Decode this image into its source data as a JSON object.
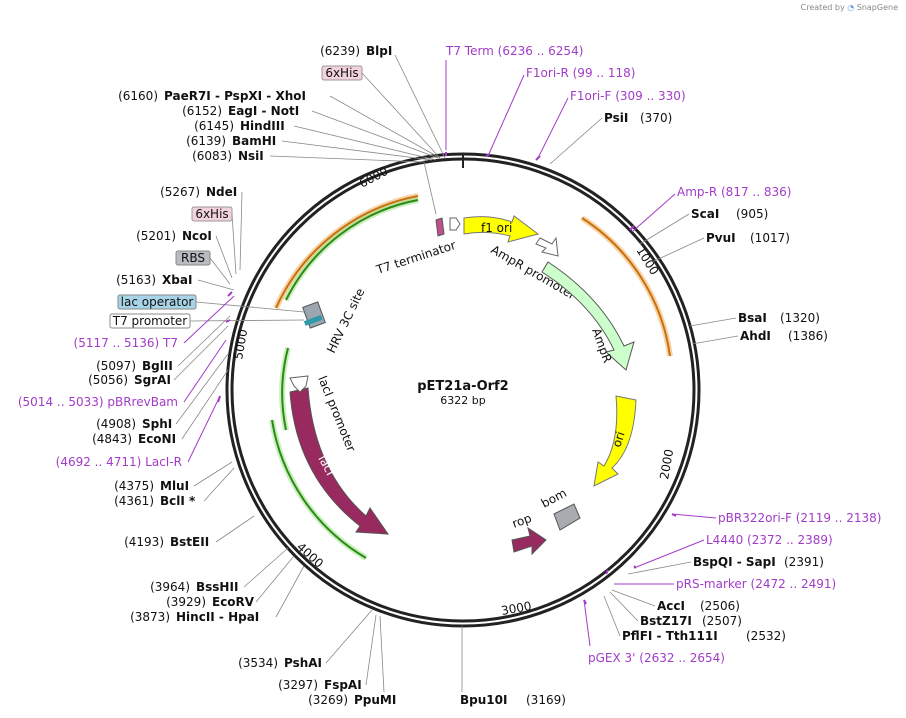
{
  "credit": "Created by",
  "brand": "SnapGene",
  "plasmid": {
    "name": "pET21a-Orf2",
    "length_label": "6322 bp"
  },
  "ticks": [
    "1000",
    "2000",
    "3000",
    "4000",
    "5000",
    "6000"
  ],
  "features": {
    "f1ori": "f1 ori",
    "ampr_promoter": "AmpR promoter",
    "ampr": "AmpR",
    "ori": "ori",
    "rop": "rop",
    "bom": "bom",
    "laci": "lacI",
    "laci_promoter": "lacI promoter",
    "hrv": "HRV 3C site",
    "t7term": "T7 terminator"
  },
  "sites_left": [
    {
      "pos": "(6239)",
      "name": "BlpI"
    },
    {
      "tag": "6xHis"
    },
    {
      "pos": "(6160)",
      "name": "PaeR7I  - PspXI  - XhoI"
    },
    {
      "pos": "(6152)",
      "name": "EagI  - NotI"
    },
    {
      "pos": "(6145)",
      "name": "HindIII"
    },
    {
      "pos": "(6139)",
      "name": "BamHI"
    },
    {
      "pos": "(6083)",
      "name": "NsiI"
    },
    {
      "pos": "(5267)",
      "name": "NdeI"
    },
    {
      "tag": "6xHis"
    },
    {
      "pos": "(5201)",
      "name": "NcoI"
    },
    {
      "tag": "RBS"
    },
    {
      "pos": "(5163)",
      "name": "XbaI"
    },
    {
      "tag": "lac operator"
    },
    {
      "tag": "T7 promoter"
    },
    {
      "primer": "(5117 .. 5136)  T7"
    },
    {
      "pos": "(5097)",
      "name": "BglII"
    },
    {
      "pos": "(5056)",
      "name": "SgrAI"
    },
    {
      "primer": "(5014 .. 5033)  pBRrevBam"
    },
    {
      "pos": "(4908)",
      "name": "SphI"
    },
    {
      "pos": "(4843)",
      "name": "EcoNI"
    },
    {
      "primer": "(4692 .. 4711)  LacI-R"
    },
    {
      "pos": "(4375)",
      "name": "MluI"
    },
    {
      "pos": "(4361)",
      "name": "BclI *"
    },
    {
      "pos": "(4193)",
      "name": "BstEII"
    },
    {
      "pos": "(3964)",
      "name": "BssHII"
    },
    {
      "pos": "(3929)",
      "name": "EcoRV"
    },
    {
      "pos": "(3873)",
      "name": "HincII  - HpaI"
    },
    {
      "pos": "(3534)",
      "name": "PshAI"
    },
    {
      "pos": "(3297)",
      "name": "FspAI"
    },
    {
      "pos": "(3269)",
      "name": "PpuMI"
    }
  ],
  "sites_right": [
    {
      "primer": "T7 Term    (6236 .. 6254)"
    },
    {
      "primer": "F1ori-R    (99 .. 118)"
    },
    {
      "primer": "F1ori-F    (309 .. 330)"
    },
    {
      "name": "PsiI",
      "pos": "(370)"
    },
    {
      "primer": "Amp-R    (817 .. 836)"
    },
    {
      "name": "ScaI",
      "pos": "(905)"
    },
    {
      "name": "PvuI",
      "pos": "(1017)"
    },
    {
      "name": "BsaI",
      "pos": "(1320)"
    },
    {
      "name": "AhdI",
      "pos": "(1386)"
    },
    {
      "primer": "pBR322ori-F    (2119 .. 2138)"
    },
    {
      "primer": "L4440    (2372 .. 2389)"
    },
    {
      "name": "BspQI  - SapI",
      "pos": "(2391)"
    },
    {
      "primer": "pRS-marker    (2472 .. 2491)"
    },
    {
      "name": "AccI",
      "pos": "(2506)"
    },
    {
      "name": "BstZ17I",
      "pos": "(2507)"
    },
    {
      "name": "PflFI  - Tth111I",
      "pos": "(2532)"
    },
    {
      "primer": "pGEX 3'    (2632 .. 2654)"
    },
    {
      "name": "Bpu10I",
      "pos": "(3169)"
    }
  ]
}
